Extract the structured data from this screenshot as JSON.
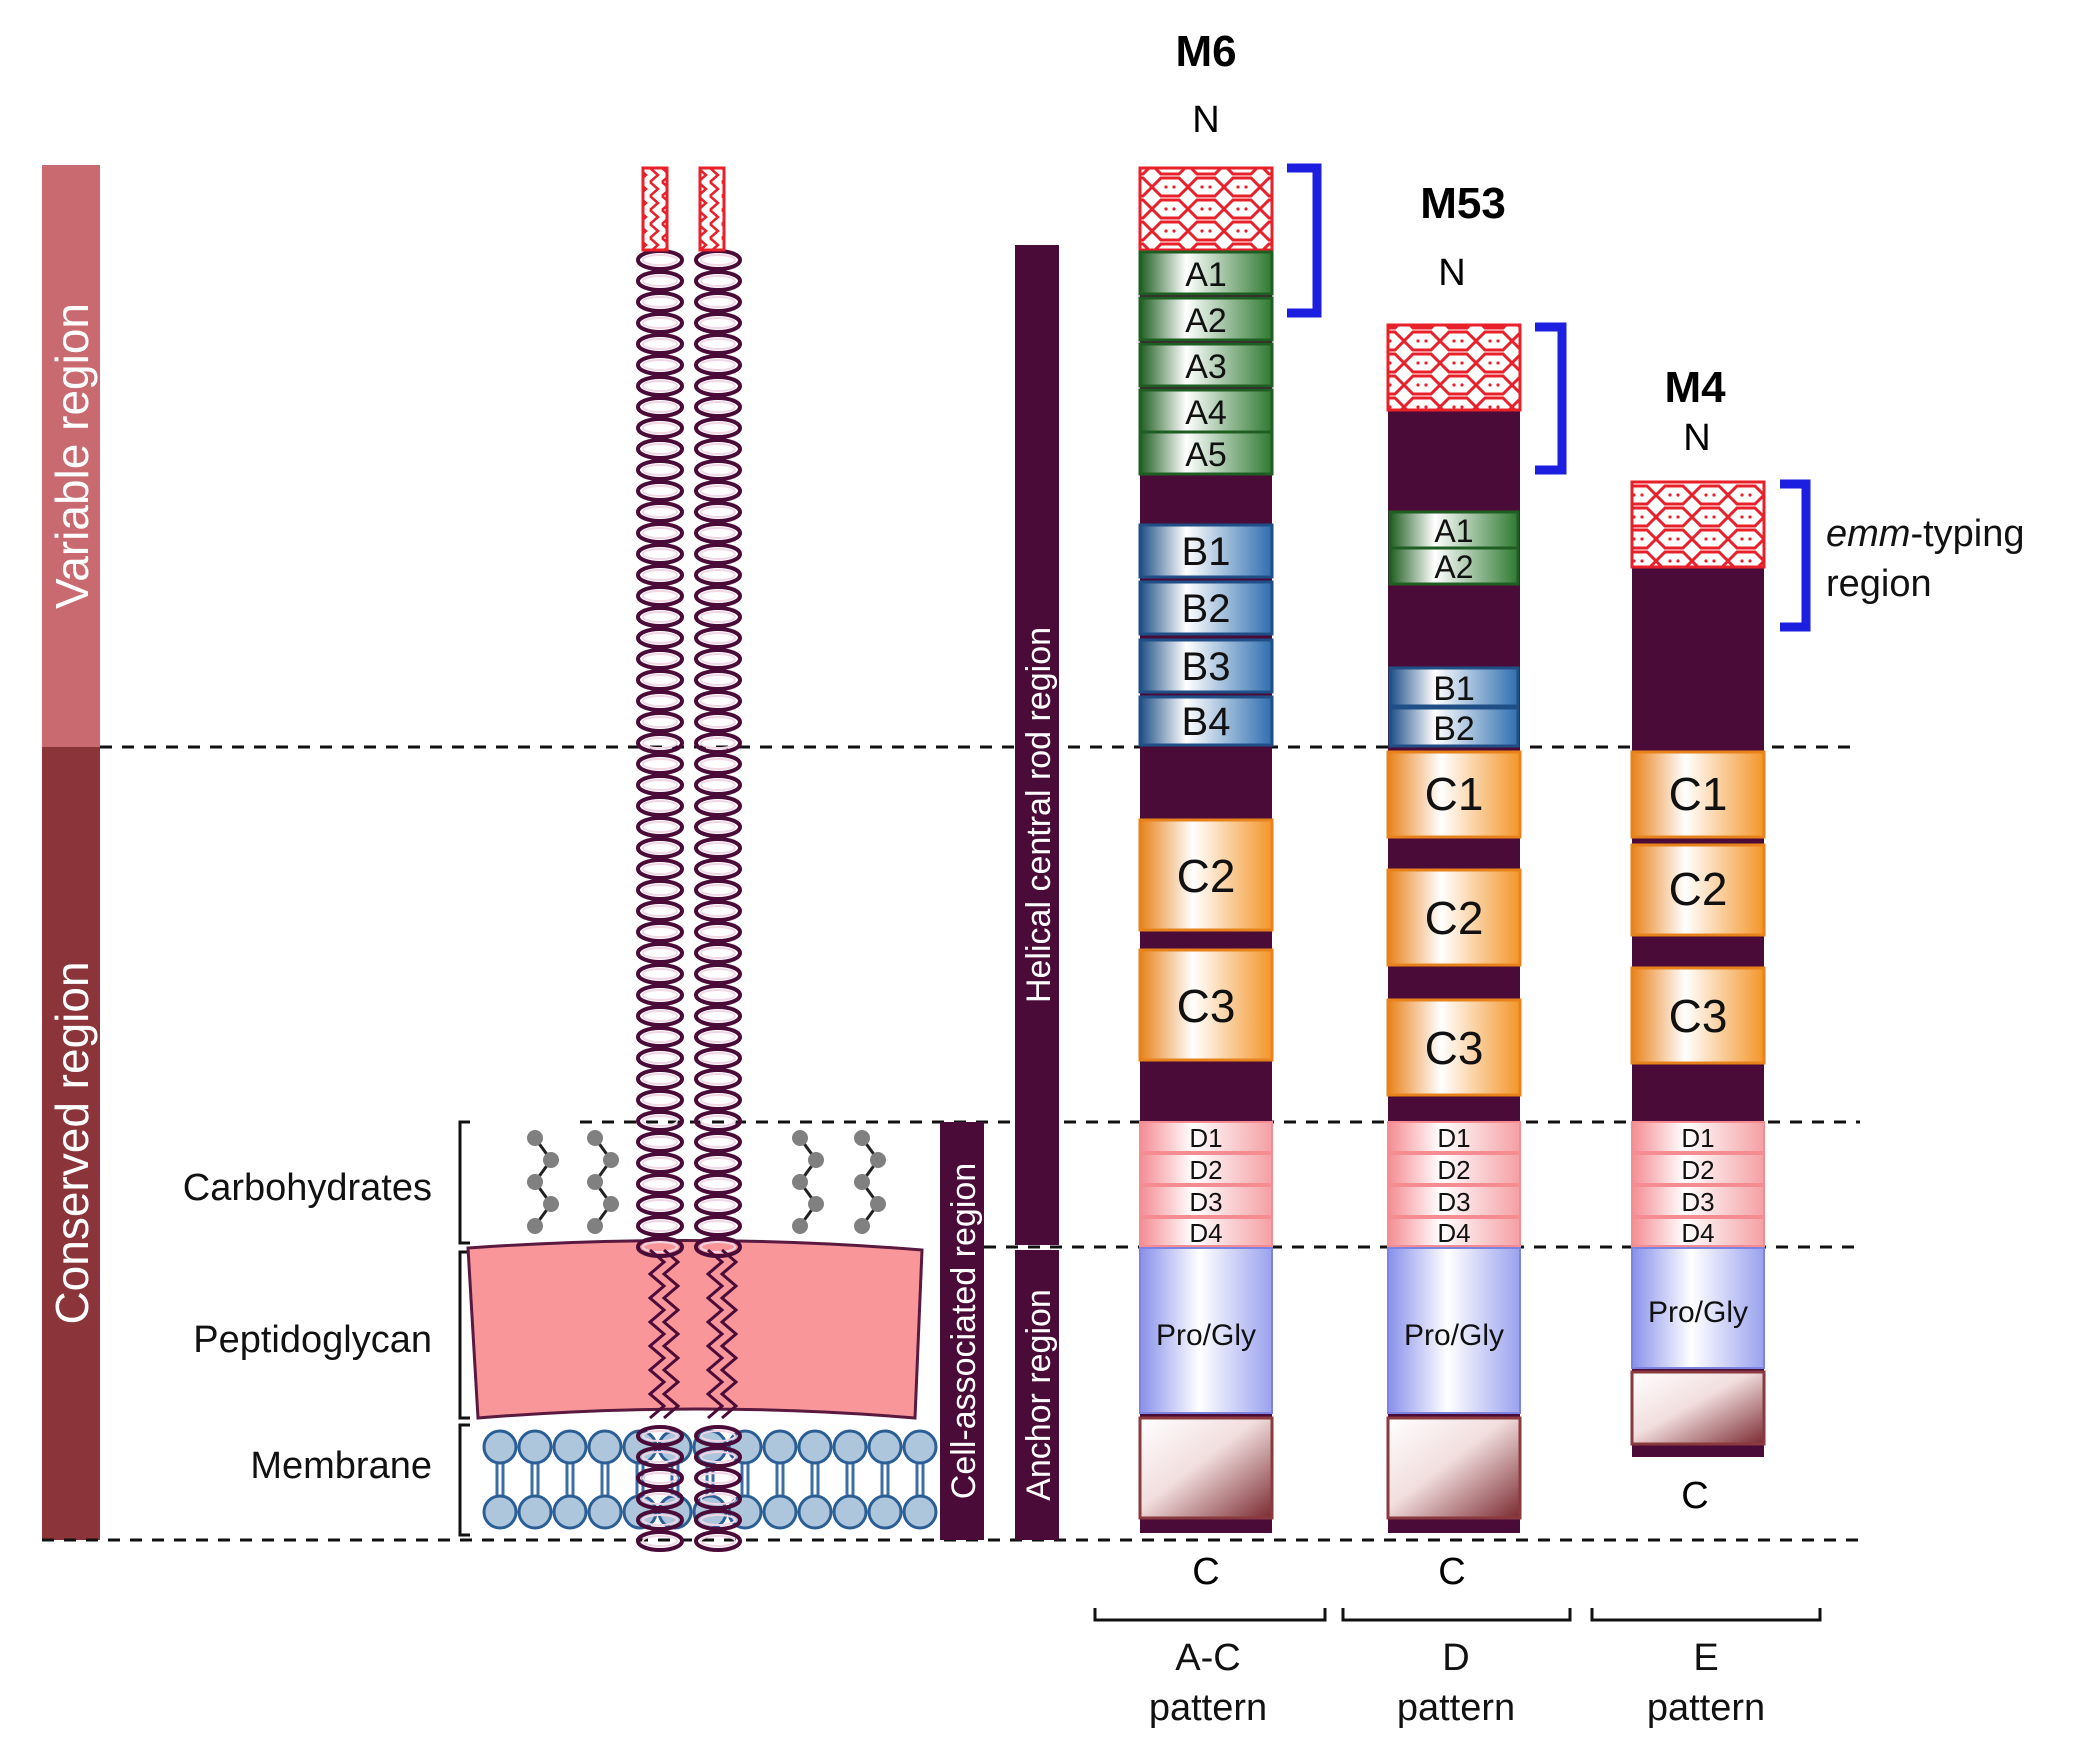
{
  "side_labels": {
    "variable": "Variable region",
    "conserved": "Conserved region",
    "helical": "Helical central rod region",
    "anchor": "Anchor region",
    "cell_associated": "Cell-associated region"
  },
  "layers": {
    "carbohydrates": "Carbohydrates",
    "peptidoglycan": "Peptidoglycan",
    "membrane": "Membrane"
  },
  "proteins": [
    {
      "name": "M6",
      "n_label": "N",
      "c_label": "C",
      "pattern_line1": "A-C",
      "pattern_line2": "pattern",
      "a_repeats": [
        "A1",
        "A2",
        "A3",
        "A4",
        "A5"
      ],
      "b_repeats": [
        "B1",
        "B2",
        "B3",
        "B4"
      ],
      "c_repeats": [
        "C2",
        "C3"
      ],
      "d_repeats": [
        "D1",
        "D2",
        "D3",
        "D4"
      ],
      "pro_gly": "Pro/Gly"
    },
    {
      "name": "M53",
      "n_label": "N",
      "c_label": "C",
      "pattern_line1": "D",
      "pattern_line2": "pattern",
      "a_repeats": [
        "A1",
        "A2"
      ],
      "b_repeats": [
        "B1",
        "B2"
      ],
      "c_repeats": [
        "C1",
        "C2",
        "C3"
      ],
      "d_repeats": [
        "D1",
        "D2",
        "D3",
        "D4"
      ],
      "pro_gly": "Pro/Gly"
    },
    {
      "name": "M4",
      "n_label": "N",
      "c_label": "C",
      "pattern_line1": "E",
      "pattern_line2": "pattern",
      "a_repeats": [],
      "b_repeats": [],
      "c_repeats": [
        "C1",
        "C2",
        "C3"
      ],
      "d_repeats": [
        "D1",
        "D2",
        "D3",
        "D4"
      ],
      "pro_gly": "Pro/Gly"
    }
  ],
  "emm_label": {
    "italic": "emm",
    "rest": "-typing",
    "line2": "region"
  },
  "colors": {
    "variable_bar": "#c86a70",
    "conserved_bar": "#8b343a",
    "stalk": "#4a0b38",
    "hypervariable": "#e8202a",
    "a_repeat": "#2f7a32",
    "b_repeat": "#2f6eb0",
    "c_repeat": "#f3962a",
    "d_repeat": "#f4a0a4",
    "pro_gly": "#9aa2ee",
    "anchor_tail": "#8a3a3f",
    "peptidoglycan": "#f9969a",
    "membrane": "#adc6dc",
    "bracket": "#1c1ee0"
  }
}
